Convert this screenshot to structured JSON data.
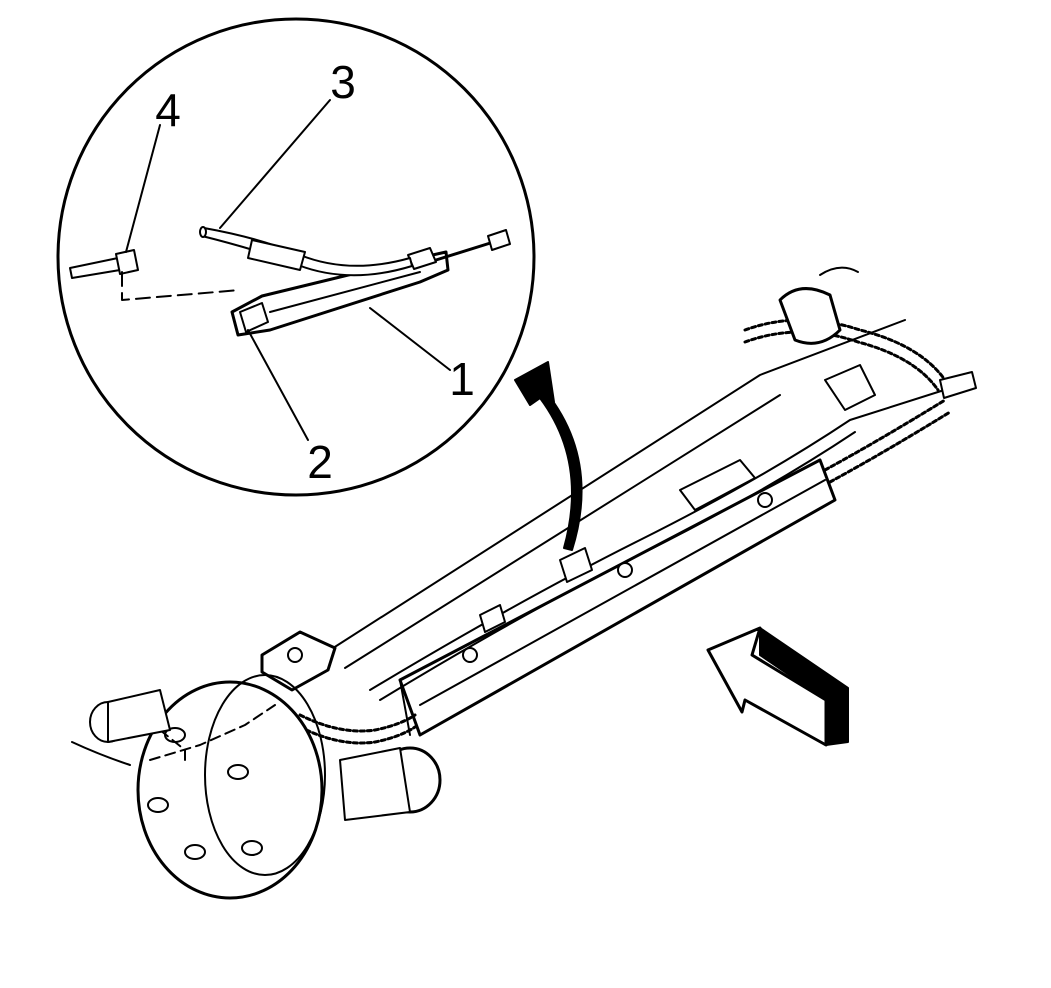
{
  "callouts": [
    {
      "id": "1",
      "label": "1"
    },
    {
      "id": "2",
      "label": "2"
    },
    {
      "id": "3",
      "label": "3"
    },
    {
      "id": "4",
      "label": "4"
    }
  ],
  "colors": {
    "line": "#000000",
    "background": "#ffffff"
  },
  "icons": [
    "view-direction-arrow-icon",
    "detail-pointer-arrow-icon"
  ]
}
